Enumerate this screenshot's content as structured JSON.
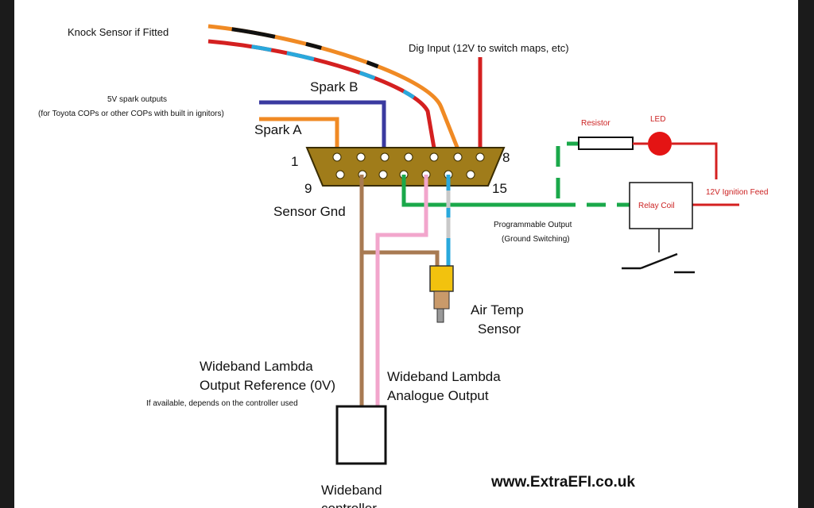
{
  "labels": {
    "knock_sensor": "Knock Sensor if Fitted",
    "dig_input": "Dig Input (12V to switch maps, etc)",
    "spark_b": "Spark B",
    "spark_outputs_title": "5V spark outputs",
    "spark_outputs_note": "(for Toyota COPs or other COPs with built in ignitors)",
    "spark_a": "Spark A",
    "pin_1": "1",
    "pin_8": "8",
    "pin_9": "9",
    "pin_15": "15",
    "sensor_gnd": "Sensor Gnd",
    "resistor": "Resistor",
    "led": "LED",
    "relay_coil": "Relay Coil",
    "ignition_feed": "12V Ignition Feed",
    "prog_output": "Programmable Output",
    "prog_output_note": "(Ground Switching)",
    "air_temp_line1": "Air Temp",
    "air_temp_line2": "Sensor",
    "wb_ref_line1": "Wideband Lambda",
    "wb_ref_line2": "Output Reference (0V)",
    "wb_ref_note": "If available, depends on the controller used",
    "wb_analogue_line1": "Wideband Lambda",
    "wb_analogue_line2": "Analogue Output",
    "wb_controller_line1": "Wideband",
    "wb_controller_line2": "controller",
    "brand": "www.ExtraEFI.co.uk"
  },
  "colors": {
    "orange": "#f08a24",
    "red": "#d42020",
    "blue": "#3a3aa0",
    "cyan": "#29a8dc",
    "green": "#1aa84a",
    "brown": "#a87a52",
    "pink": "#f2a6cc",
    "grey": "#c8c8c8",
    "connector": "#a07c1a"
  }
}
